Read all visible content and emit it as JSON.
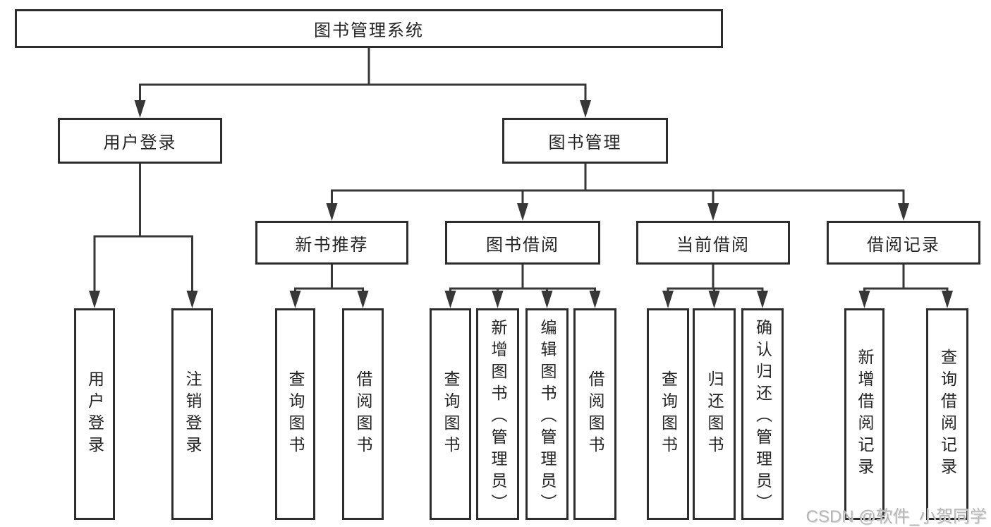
{
  "title": "图书管理系统",
  "tree": {
    "label": "图书管理系统",
    "children": [
      {
        "label": "用户登录",
        "children": [
          {
            "label": "用户登录"
          },
          {
            "label": "注销登录"
          }
        ]
      },
      {
        "label": "图书管理",
        "children": [
          {
            "label": "新书推荐",
            "children": [
              {
                "label": "查询图书"
              },
              {
                "label": "借阅图书"
              }
            ]
          },
          {
            "label": "图书借阅",
            "children": [
              {
                "label": "查询图书"
              },
              {
                "label": "新增图书（管理员）"
              },
              {
                "label": "编辑图书（管理员）"
              },
              {
                "label": "借阅图书"
              }
            ]
          },
          {
            "label": "当前借阅",
            "children": [
              {
                "label": "查询图书"
              },
              {
                "label": "归还图书"
              },
              {
                "label": "确认归还（管理员）"
              }
            ]
          },
          {
            "label": "借阅记录",
            "children": [
              {
                "label": "新增借阅记录"
              },
              {
                "label": "查询借阅记录"
              }
            ]
          }
        ]
      }
    ]
  },
  "watermark": {
    "text": "CSDN @软件_小贺同学"
  },
  "colors": {
    "line": "#373737",
    "box_border": "#2d2d2d",
    "text": "#242424",
    "background": "#ffffff",
    "watermark": "#b7b7b7"
  }
}
